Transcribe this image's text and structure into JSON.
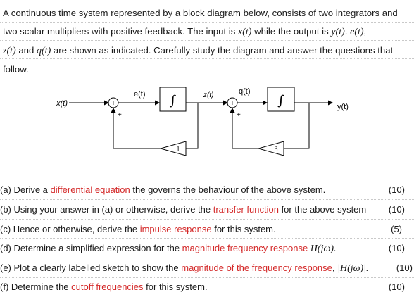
{
  "intro": {
    "l1": "A continuous time system represented by a block diagram below, consists of two integrators and",
    "l2a": "two scalar multipliers with positive feedback. The input is ",
    "l2_x": "x(t)",
    "l2b": " while the output is ",
    "l2_y": "y(t)",
    "l2c": ". ",
    "l2_e": "e(t)",
    "l2d": ",",
    "l3_z": "z(t)",
    "l3a": " and ",
    "l3_q": "q(t)",
    "l3b": " are shown as indicated. Carefully study the diagram and answer the questions that",
    "l4": "follow."
  },
  "diagram": {
    "x_label": "x(t)",
    "e_label": "e(t)",
    "z_label": "z(t)",
    "q_label": "q(t)",
    "y_label": "y(t)",
    "integrator_symbol": "∫",
    "sum_symbol": "+",
    "plus_sign": "+",
    "gain1": "1",
    "gain2": "3"
  },
  "questions": [
    {
      "pre": "(a)  Derive a ",
      "red": "differential equation",
      "post": " the governs the behaviour of the above system.",
      "marks": "(10)"
    },
    {
      "pre": "(b)  Using your answer in (a) or otherwise, derive the ",
      "red": "transfer function",
      "post": " for the above system",
      "marks": "(10)"
    },
    {
      "pre": "(c)  Hence or otherwise, derive the ",
      "red": "impulse response",
      "post": " for this system.",
      "marks": "(5)"
    },
    {
      "pre": "(d)  Determine a simplified expression for the ",
      "red": "magnitude frequency response",
      "post": " ",
      "math": "H(jω).",
      "marks": "(10)"
    },
    {
      "pre": "(e)  Plot a clearly labelled sketch to  show the ",
      "red": "magnitude of the frequency response",
      "post": ", ",
      "math": "|H(jω)|.",
      "marks": "(10)"
    },
    {
      "pre": "(f)  Determine the ",
      "red": "cutoff frequencies",
      "post": " for this system.",
      "marks": "(10)"
    }
  ]
}
